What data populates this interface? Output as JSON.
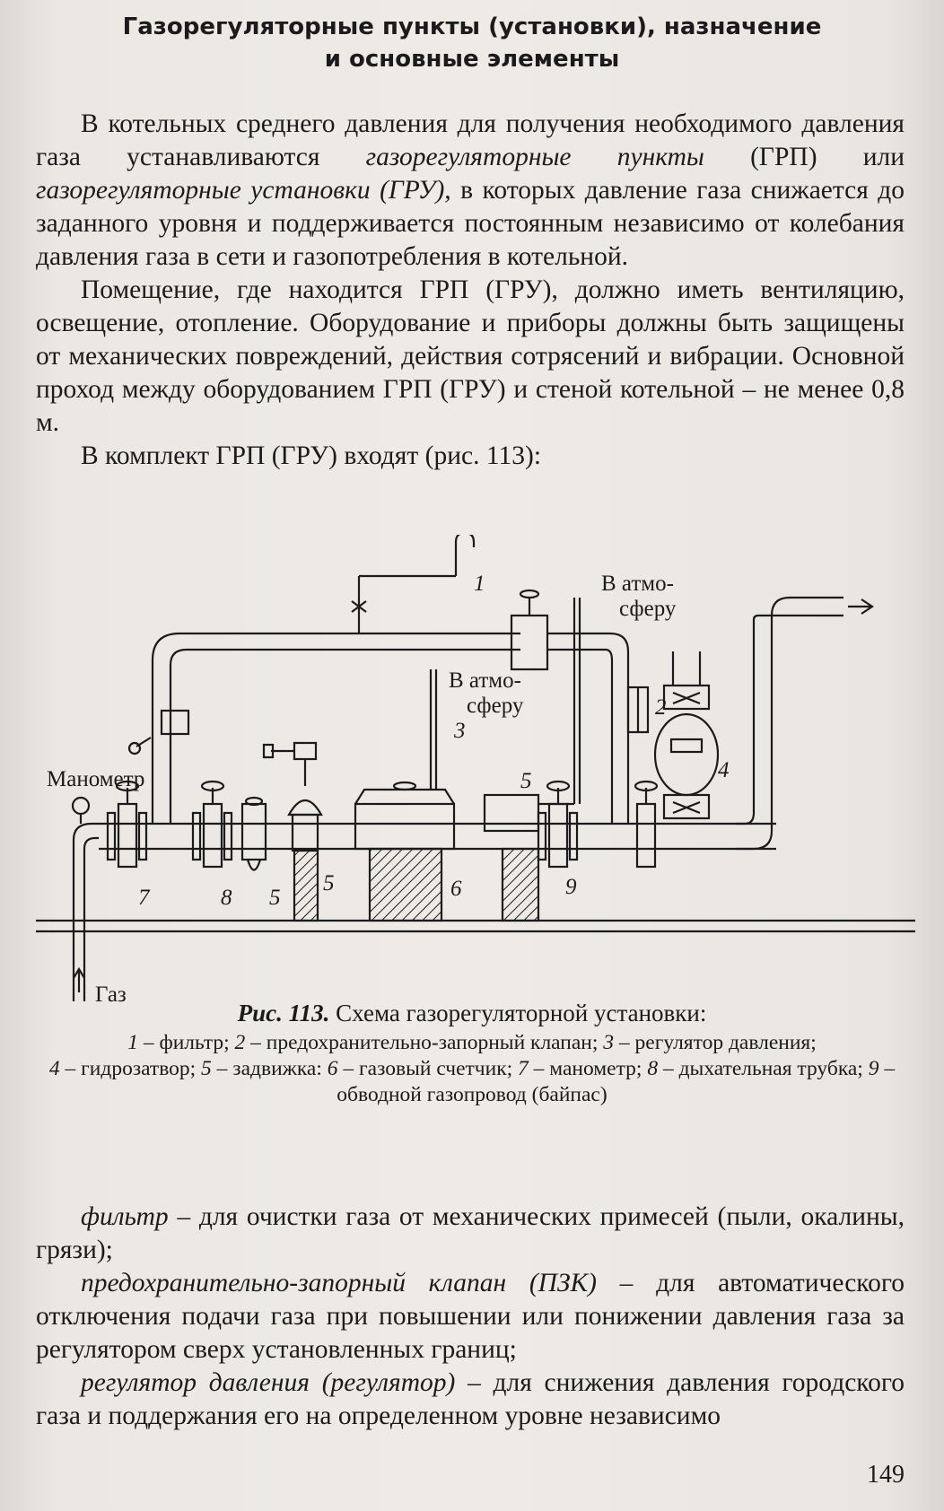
{
  "heading": {
    "line1": "Газорегуляторные пункты (установки), назначение",
    "line2": "и основные элементы"
  },
  "intro": {
    "p1_a": "В котельных среднего давления для получения необходимого давления газа устанавливаются ",
    "p1_em1": "газорегуляторные пункты",
    "p1_b": " (ГРП) или ",
    "p1_em2": "газорегуляторные установки (ГРУ),",
    "p1_c": " в которых давление газа снижается до заданного уровня и поддерживается постоянным независимо от колебания давления газа в сети и газопотребления в котельной.",
    "p2": "Помещение, где находится ГРП (ГРУ), должно иметь вентиляцию, освещение, отопление. Оборудование и приборы должны быть защищены от механических повреждений, действия сотрясений и вибрации. Основной проход между оборудованием ГРП (ГРУ) и стеной котельной – не менее 0,8 м.",
    "p3": "В комплект ГРП (ГРУ) входят (рис. 113):"
  },
  "figure": {
    "labels": {
      "manometer": "Манометр",
      "gas": "Газ",
      "atm1_a": "В атмо-",
      "atm1_b": "сферу",
      "atm2_a": "В атмо-",
      "atm2_b": "сферу"
    },
    "numbers": [
      "1",
      "2",
      "3",
      "4",
      "5",
      "5",
      "5",
      "6",
      "7",
      "8",
      "9"
    ]
  },
  "caption": {
    "label": "Рис. 113.",
    "title": " Схема газорегуляторной установки:",
    "legend1": "– фильтр; ",
    "legend2": " – предохранительно-запорный клапан; ",
    "legend3": " – регулятор давления;",
    "legend4": " – гидрозатвор; ",
    "legend5": " – задвижка: ",
    "legend6": " – газовый счетчик; ",
    "legend7": " – манометр; ",
    "legend8": " – дыхательная трубка; ",
    "legend9": " – обводной газопровод (байпас)",
    "n1": "1",
    "n2": "2",
    "n3": "3",
    "n4": "4",
    "n5": "5",
    "n6": "6",
    "n7": "7",
    "n8": "8",
    "n9": "9"
  },
  "list": {
    "i1_term": "фильтр",
    "i1_text": " – для очистки газа от механических примесей (пыли, окалины, грязи);",
    "i2_term": "предохранительно-запорный клапан (ПЗК)",
    "i2_text": " – для автоматического отключения подачи газа при повышении или понижении давления газа за регулятором сверх установленных границ;",
    "i3_term": "регулятор давления (регулятор)",
    "i3_text": " – для снижения давления городского газа и поддержания его на определенном уровне независимо"
  },
  "page_number": "149"
}
